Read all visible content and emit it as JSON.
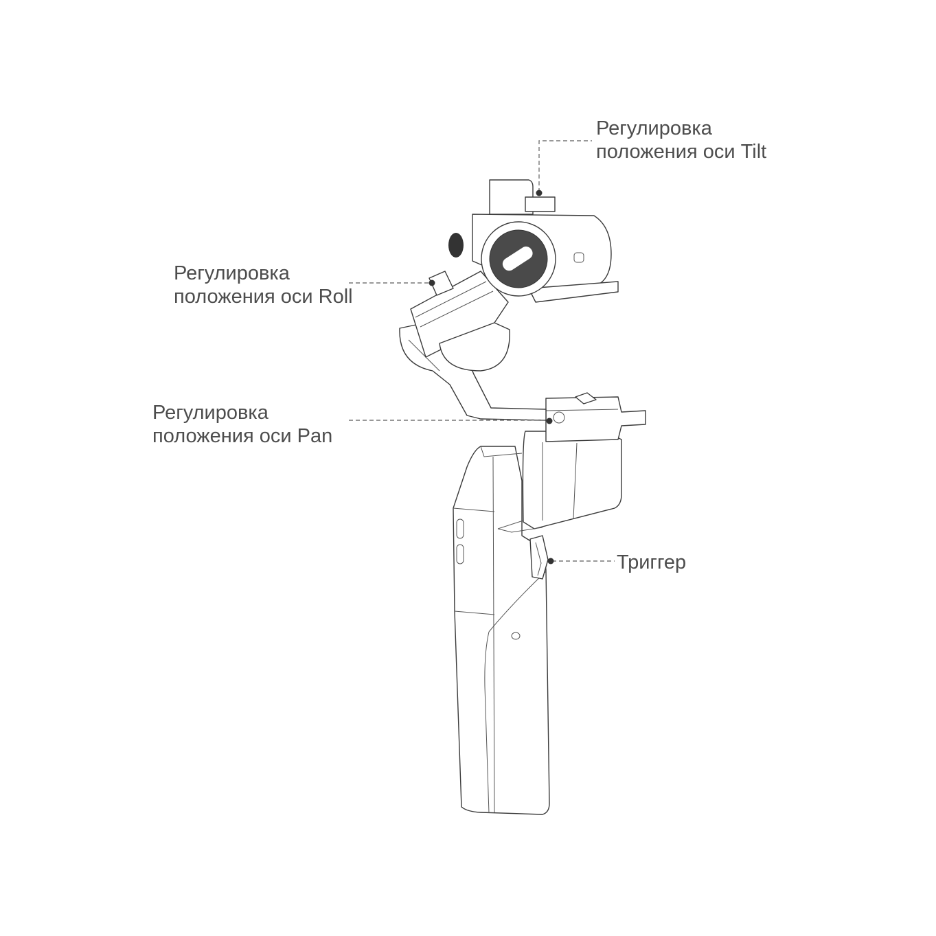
{
  "labels": {
    "tilt": {
      "line1": "Регулировка",
      "line2": "положения оси Tilt"
    },
    "roll": {
      "line1": "Регулировка",
      "line2": "положения оси Roll"
    },
    "pan": {
      "line1": "Регулировка",
      "line2": "положения оси Pan"
    },
    "trigger": {
      "line1": "Триггер"
    }
  },
  "colors": {
    "text": "#4d4d4d",
    "line": "#3a3a3a",
    "leader": "#777777"
  }
}
